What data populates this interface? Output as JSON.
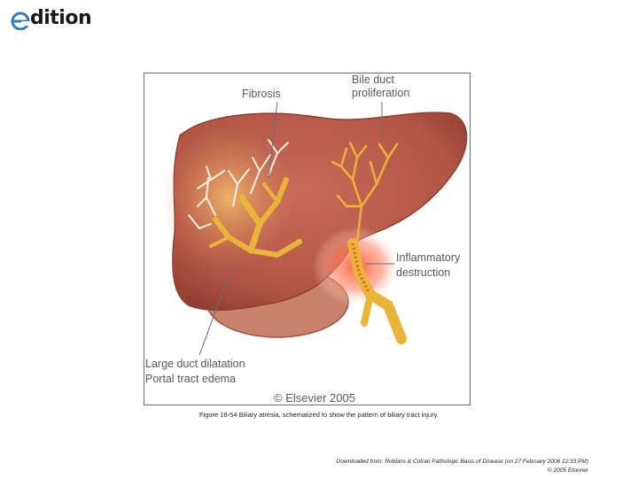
{
  "logo": {
    "text": "dition",
    "icon": "edition-e-logo-icon"
  },
  "figure": {
    "labels": {
      "fibrosis": "Fibrosis",
      "bile_duct_line1": "Bile duct",
      "bile_duct_line2": "proliferation",
      "inflammatory_line1": "Inflammatory",
      "inflammatory_line2": "destruction",
      "large_duct": "Large duct dilatation",
      "portal_tract": "Portal tract edema",
      "copyright": "© Elsevier 2005"
    },
    "colors": {
      "liver": "#b75a4a",
      "liver_edge": "#8e3e33",
      "gallbladder": "#c9826b",
      "duct": "#e8b43a",
      "inflammation": "#f0523a"
    }
  },
  "caption": "Figure 18-54 Biliary atresia, schematized to show the pattern of biliary tract injury.",
  "credit": {
    "line1": "Downloaded from: Robbins & Cotran Pathologic Basis of Disease (on 27 February 2006 12:33 PM)",
    "line2": "© 2005 Elsevier"
  }
}
